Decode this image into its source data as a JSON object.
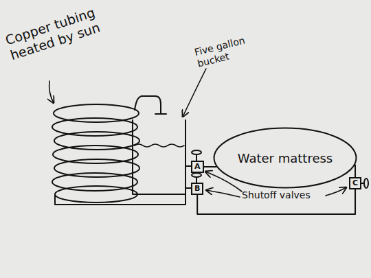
{
  "diagram": {
    "nodes": [
      {
        "text": [
          "Water mattress"
        ]
      },
      {
        "text": [
          "A"
        ]
      },
      {
        "text": [
          "B"
        ]
      },
      {
        "text": [
          "C"
        ]
      }
    ],
    "edges": [
      {
        "from": 1,
        "to": 0,
        "arrow": "none"
      },
      {
        "from": 2,
        "to": 3,
        "arrow": "none"
      },
      {
        "from": 3,
        "to": 0,
        "arrow": "none"
      }
    ],
    "labels": [
      "Copper tubing heated by sun",
      "Five gallon bucket",
      "Shutoff valves"
    ]
  }
}
